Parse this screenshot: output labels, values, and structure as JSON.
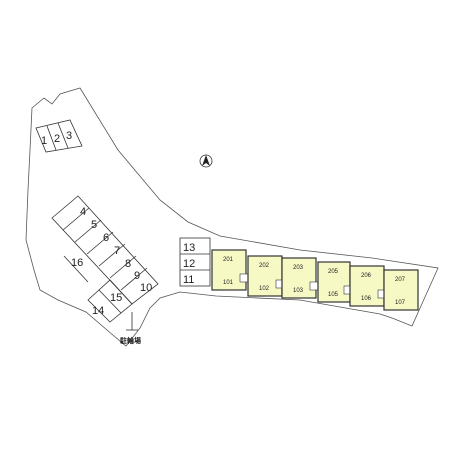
{
  "parking": {
    "top": [
      "1",
      "2",
      "3"
    ],
    "diagonal": [
      "4",
      "5",
      "6",
      "7",
      "8",
      "9",
      "10"
    ],
    "lower": [
      "16",
      "14",
      "15"
    ],
    "right": [
      "13",
      "12",
      "11"
    ]
  },
  "building": {
    "upper_units": [
      "201",
      "202",
      "203",
      "205",
      "206",
      "207"
    ],
    "lower_units": [
      "101",
      "102",
      "103",
      "105",
      "106",
      "107"
    ]
  },
  "bicycle_parking_label": "駐輪場",
  "colors": {
    "unit_fill": "#f6f9c4",
    "outline": "#333333"
  }
}
